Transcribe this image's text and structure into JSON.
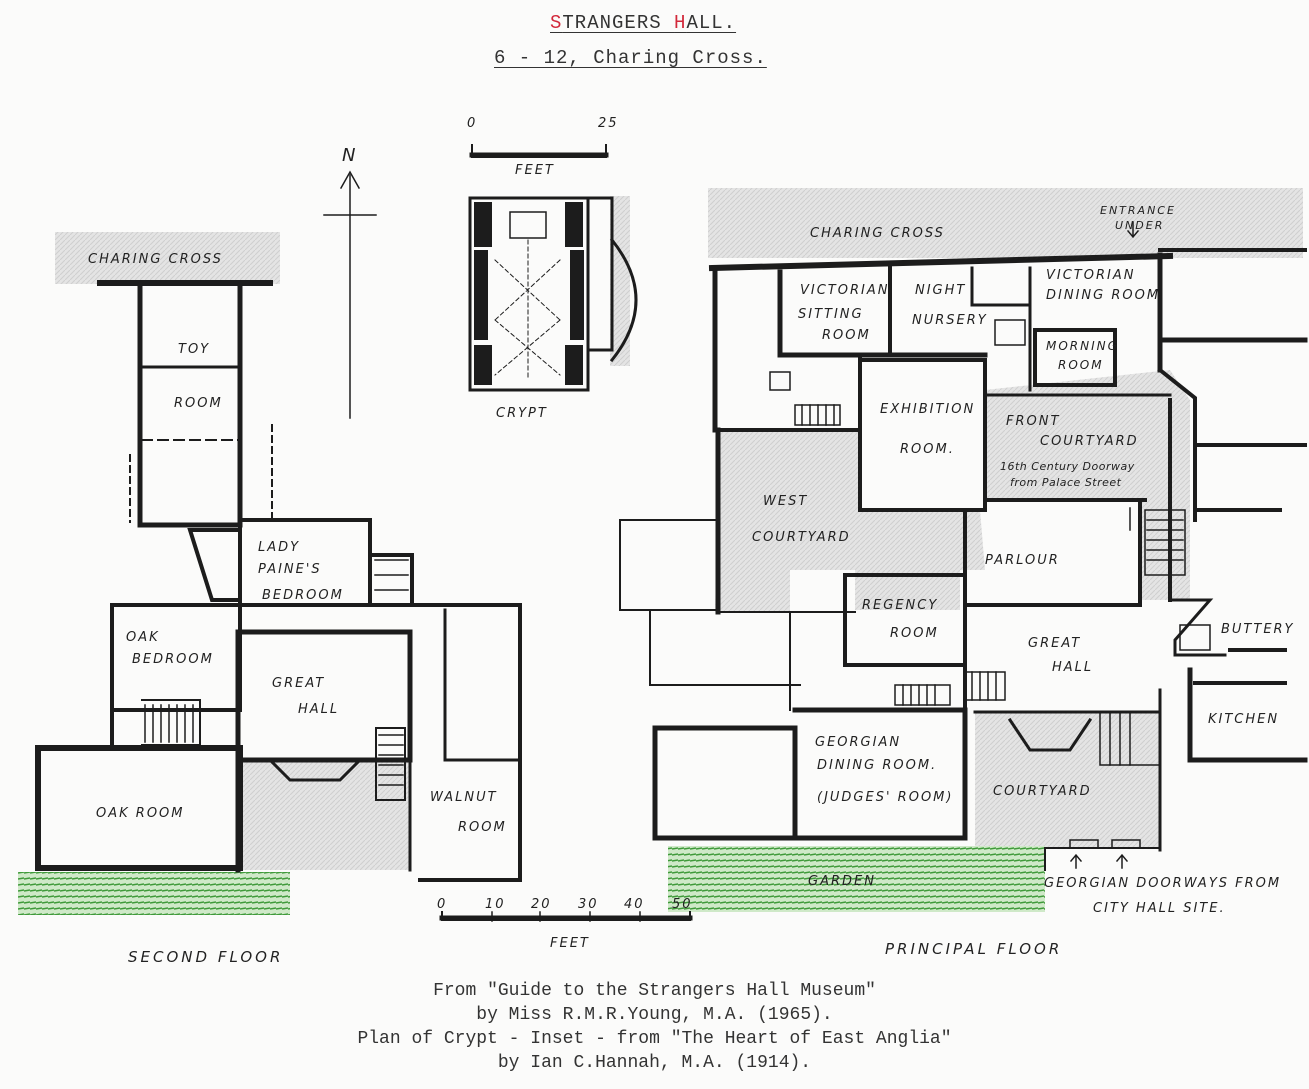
{
  "header": {
    "title_first_letter_1": "S",
    "title_rest_1": "TRANGERS ",
    "title_first_letter_2": "H",
    "title_rest_2": "ALL.",
    "subtitle": "6 - 12, Charing Cross."
  },
  "crypt_inset": {
    "scale_start": "0",
    "scale_end": "25",
    "scale_unit": "FEET",
    "label": "CRYPT"
  },
  "compass": {
    "north_label": "N"
  },
  "second_floor": {
    "street_label": "CHARING CROSS",
    "floor_label": "SECOND FLOOR",
    "rooms": {
      "toy_1": "TOY",
      "toy_2": "ROOM",
      "lady_1": "LADY",
      "lady_2": "PAINE'S",
      "lady_3": "BEDROOM",
      "oak_bed_1": "OAK",
      "oak_bed_2": "BEDROOM",
      "great_1": "GREAT",
      "great_2": "HALL",
      "oak_room": "OAK ROOM",
      "walnut_1": "WALNUT",
      "walnut_2": "ROOM"
    }
  },
  "main_scale": {
    "ticks": [
      "0",
      "10",
      "20",
      "30",
      "40",
      "50"
    ],
    "unit": "FEET"
  },
  "principal_floor": {
    "street_label": "CHARING CROSS",
    "entrance_1": "ENTRANCE",
    "entrance_2": "UNDER",
    "floor_label": "PRINCIPAL FLOOR",
    "rooms": {
      "vic_sit_1": "VICTORIAN",
      "vic_sit_2": "SITTING",
      "vic_sit_3": "ROOM",
      "night_1": "NIGHT",
      "night_2": "NURSERY",
      "vic_din_1": "VICTORIAN",
      "vic_din_2": "DINING ROOM",
      "morning_1": "MORNING",
      "morning_2": "ROOM",
      "exhibition_1": "EXHIBITION",
      "exhibition_2": "ROOM.",
      "front_1": "FRONT",
      "front_2": "COURTYARD",
      "doorway_1": "16th Century Doorway",
      "doorway_2": "from Palace Street",
      "west_1": "WEST",
      "west_2": "COURTYARD",
      "parlour": "PARLOUR",
      "regency_1": "REGENCY",
      "regency_2": "ROOM",
      "great_1": "GREAT",
      "great_2": "HALL",
      "buttery": "BUTTERY",
      "kitchen": "KITCHEN",
      "georgian_1": "GEORGIAN",
      "georgian_2": "DINING ROOM.",
      "georgian_3": "(JUDGES' ROOM)",
      "courtyard": "COURTYARD",
      "garden": "GARDEN",
      "doorways_1": "GEORGIAN DOORWAYS FROM",
      "doorways_2": "CITY HALL SITE."
    }
  },
  "caption": {
    "line_1": "From \"Guide to the Strangers Hall Museum\"",
    "line_2": "by Miss R.M.R.Young, M.A. (1965).",
    "line_3": "Plan of Crypt - Inset - from \"The Heart of East Anglia\"",
    "line_4": "by Ian C.Hannah, M.A. (1914)."
  },
  "colors": {
    "ink": "#1c1c1c",
    "hatch": "#d8d8d8",
    "grass": "#3f9a3a",
    "title_red": "#d2283a"
  }
}
